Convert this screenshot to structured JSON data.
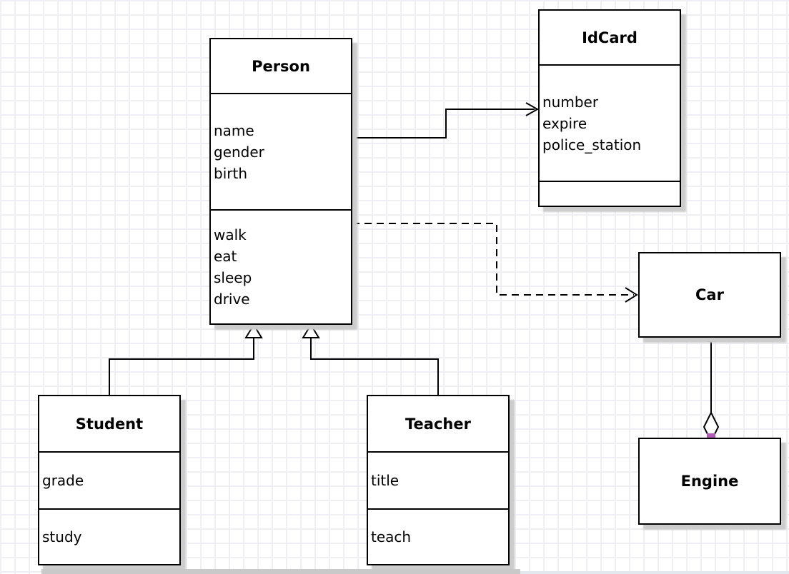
{
  "diagram": {
    "type": "uml-class-diagram",
    "classes": [
      {
        "title": "Person",
        "attributes": [
          "name",
          "gender",
          "birth"
        ],
        "methods": [
          "walk",
          "eat",
          "sleep",
          "drive"
        ]
      },
      {
        "title": "IdCard",
        "attributes": [
          "number",
          "expire",
          "police_station"
        ],
        "methods": []
      },
      {
        "title": "Car",
        "attributes": [],
        "methods": []
      },
      {
        "title": "Engine",
        "attributes": [],
        "methods": []
      },
      {
        "title": "Student",
        "attributes": [
          "grade"
        ],
        "methods": [
          "study"
        ]
      },
      {
        "title": "Teacher",
        "attributes": [
          "title"
        ],
        "methods": [
          "teach"
        ]
      }
    ],
    "relationships": [
      {
        "from": "Person",
        "to": "IdCard",
        "type": "association",
        "line": "solid",
        "arrow": "open"
      },
      {
        "from": "Person",
        "to": "Car",
        "type": "dependency",
        "line": "dashed",
        "arrow": "open"
      },
      {
        "from": "Student",
        "to": "Person",
        "type": "generalization",
        "line": "solid",
        "arrow": "hollow-triangle"
      },
      {
        "from": "Teacher",
        "to": "Person",
        "type": "generalization",
        "line": "solid",
        "arrow": "hollow-triangle"
      },
      {
        "from": "Car",
        "to": "Engine",
        "type": "aggregation",
        "line": "solid",
        "arrow": "hollow-diamond"
      }
    ],
    "colors": {
      "box_fill": "#ffffff",
      "box_border": "#000000",
      "text": "#000000",
      "shadow": "#cccccc",
      "grid_line": "#eeeef3",
      "background": "#ffffff",
      "endpoint_handle": "#b05fb5",
      "page_edge_left": "#c9c9c9",
      "page_edge_right": "#e2e8ee"
    }
  }
}
